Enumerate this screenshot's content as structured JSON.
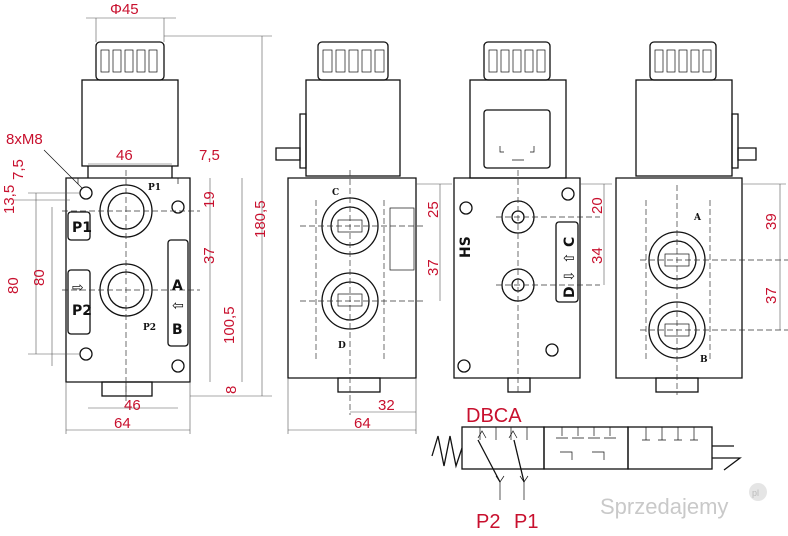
{
  "dimensions": {
    "d_coil": "Φ45",
    "width_46_top": "46",
    "width_7_5": "7,5",
    "thread": "8xM8",
    "d_7_5_left": "7,5",
    "d_13_5": "13,5",
    "d_19": "19",
    "d_37_front": "37",
    "d_180_5": "180,5",
    "d_100_5": "100,5",
    "d_80_a": "80",
    "d_80_b": "80",
    "d_8": "8",
    "d_46_bottom": "46",
    "d_64_front": "64",
    "d_25": "25",
    "d_37_side": "37",
    "d_64_side": "64",
    "d_32": "32",
    "d_20": "20",
    "d_34": "34",
    "d_39": "39",
    "d_37_right": "37"
  },
  "port_labels": {
    "p1_box": "P1",
    "p2_box": "P2",
    "p1_small": "P1",
    "p2_small": "P2",
    "a_box": "A",
    "b_box": "B",
    "c_side": "C",
    "d_side": "D",
    "hs": "HS",
    "c_back": "C",
    "d_back": "D",
    "a_right": "A",
    "b_right": "B",
    "arrow_up": "⇧",
    "arrow_down": "⇩",
    "arrow_left": "⇦",
    "arrow_right": "⇨"
  },
  "schematic": {
    "ports_top": "DBCA",
    "port_p2": "P2",
    "port_p1": "P1"
  },
  "watermark": "Sprzedajemy",
  "watermark_logo": "pl"
}
